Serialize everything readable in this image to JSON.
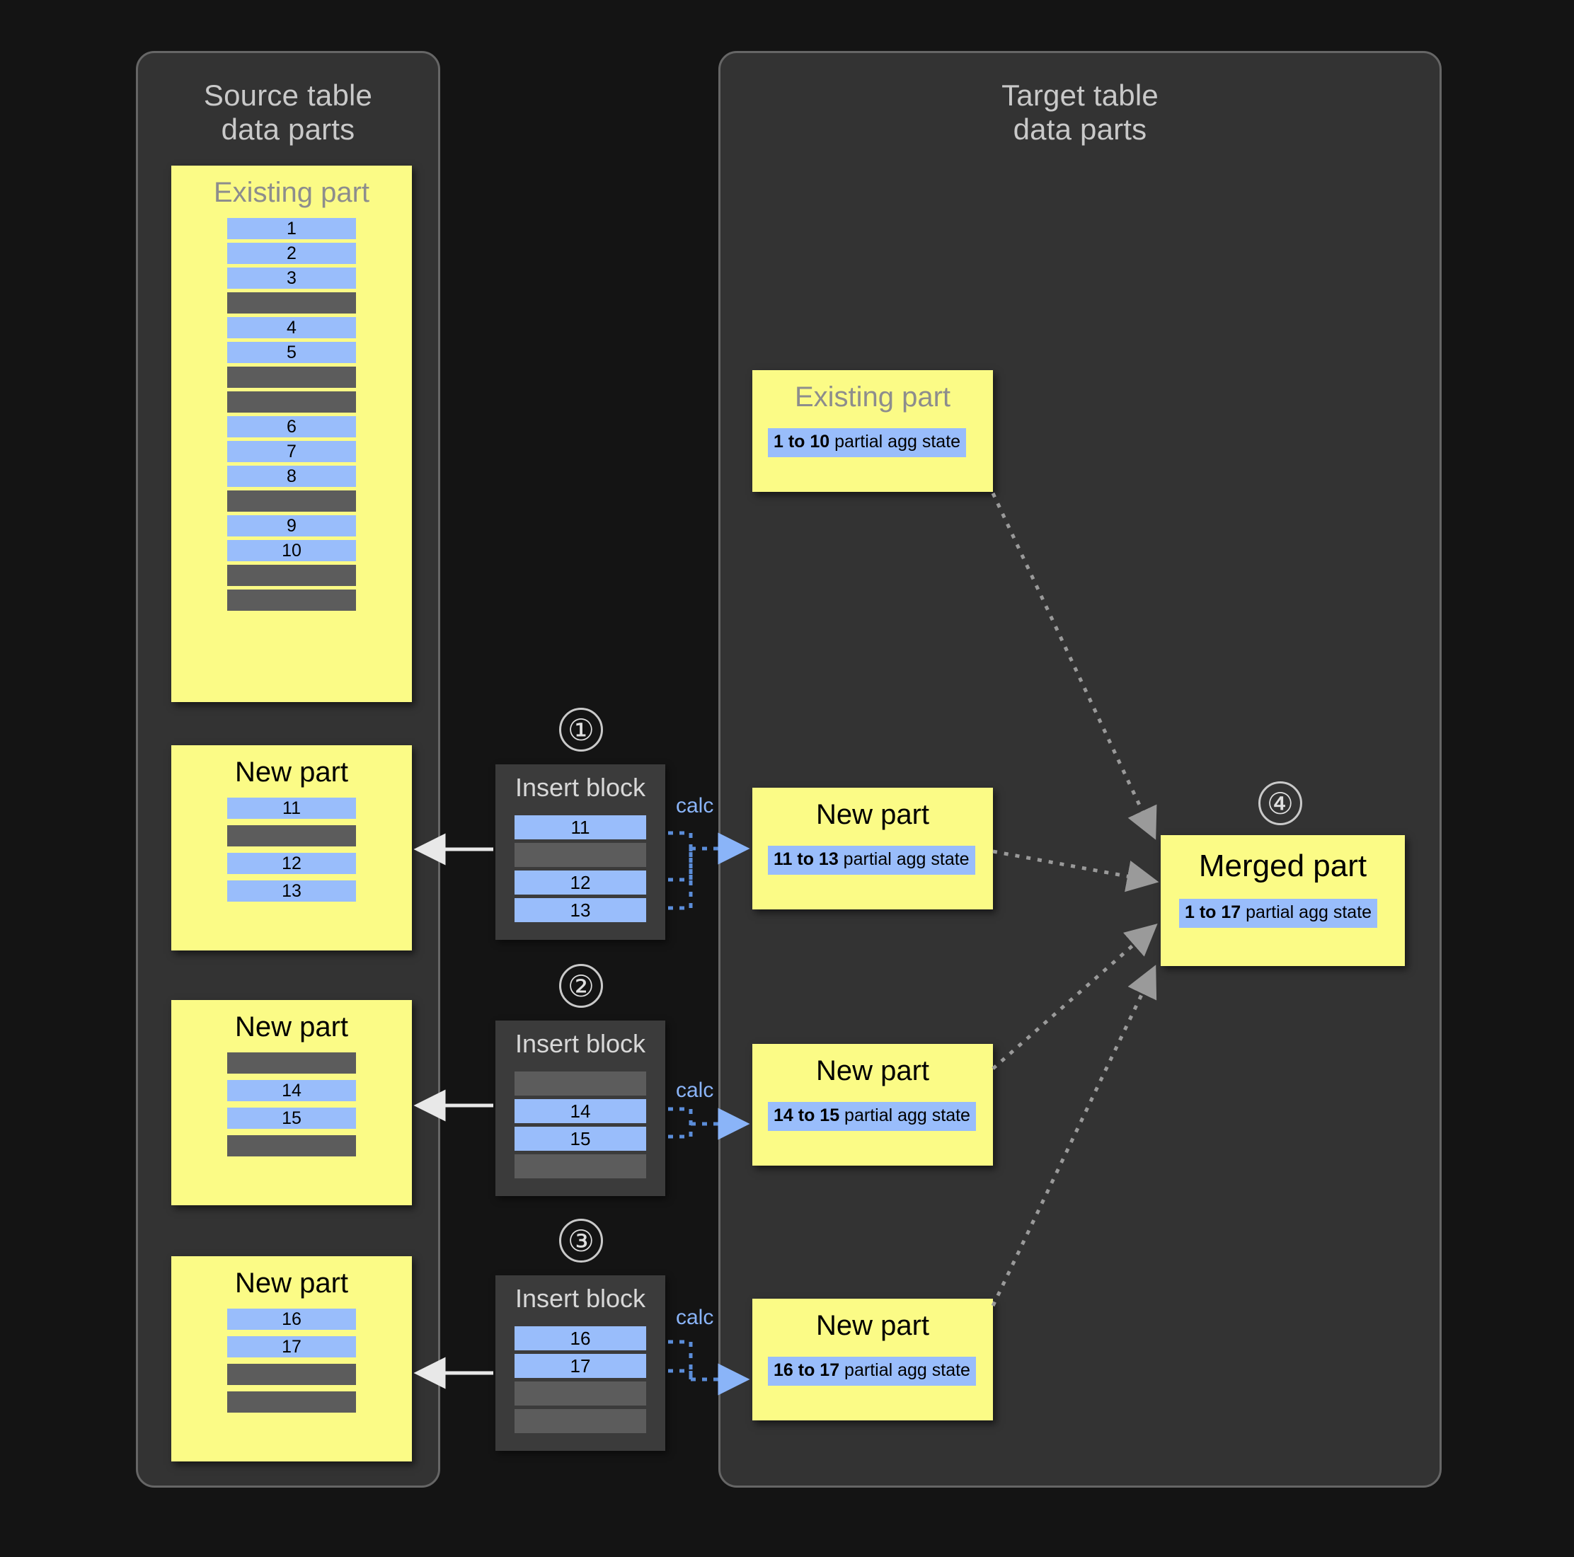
{
  "source_panel": {
    "title": "Source table\ndata parts",
    "existing_part": {
      "title": "Existing part",
      "rows": [
        {
          "kind": "blue",
          "label": "1"
        },
        {
          "kind": "blue",
          "label": "2"
        },
        {
          "kind": "blue",
          "label": "3"
        },
        {
          "kind": "gray",
          "label": ""
        },
        {
          "kind": "blue",
          "label": "4"
        },
        {
          "kind": "blue",
          "label": "5"
        },
        {
          "kind": "gray",
          "label": ""
        },
        {
          "kind": "gray",
          "label": ""
        },
        {
          "kind": "blue",
          "label": "6"
        },
        {
          "kind": "blue",
          "label": "7"
        },
        {
          "kind": "blue",
          "label": "8"
        },
        {
          "kind": "gray",
          "label": ""
        },
        {
          "kind": "blue",
          "label": "9"
        },
        {
          "kind": "blue",
          "label": "10"
        },
        {
          "kind": "gray",
          "label": ""
        },
        {
          "kind": "gray",
          "label": ""
        }
      ]
    },
    "new_parts": [
      {
        "title": "New part",
        "rows": [
          {
            "kind": "blue",
            "label": "11"
          },
          {
            "kind": "gray",
            "label": ""
          },
          {
            "kind": "blue",
            "label": "12"
          },
          {
            "kind": "blue",
            "label": "13"
          }
        ]
      },
      {
        "title": "New part",
        "rows": [
          {
            "kind": "gray",
            "label": ""
          },
          {
            "kind": "blue",
            "label": "14"
          },
          {
            "kind": "blue",
            "label": "15"
          },
          {
            "kind": "gray",
            "label": ""
          }
        ]
      },
      {
        "title": "New part",
        "rows": [
          {
            "kind": "blue",
            "label": "16"
          },
          {
            "kind": "blue",
            "label": "17"
          },
          {
            "kind": "gray",
            "label": ""
          },
          {
            "kind": "gray",
            "label": ""
          }
        ]
      }
    ]
  },
  "insert_blocks": [
    {
      "step": "①",
      "title": "Insert block",
      "calc_label": "calc",
      "rows": [
        {
          "kind": "blue",
          "label": "11"
        },
        {
          "kind": "gray",
          "label": ""
        },
        {
          "kind": "blue",
          "label": "12"
        },
        {
          "kind": "blue",
          "label": "13"
        }
      ]
    },
    {
      "step": "②",
      "title": "Insert block",
      "calc_label": "calc",
      "rows": [
        {
          "kind": "gray",
          "label": ""
        },
        {
          "kind": "blue",
          "label": "14"
        },
        {
          "kind": "blue",
          "label": "15"
        },
        {
          "kind": "gray",
          "label": ""
        }
      ]
    },
    {
      "step": "③",
      "title": "Insert block",
      "calc_label": "calc",
      "rows": [
        {
          "kind": "blue",
          "label": "16"
        },
        {
          "kind": "blue",
          "label": "17"
        },
        {
          "kind": "gray",
          "label": ""
        },
        {
          "kind": "gray",
          "label": ""
        }
      ]
    }
  ],
  "target_panel": {
    "title": "Target table\ndata parts",
    "existing_part": {
      "title": "Existing part",
      "state_range": "1 to 10",
      "state_text": " partial agg state"
    },
    "new_parts": [
      {
        "title": "New part",
        "state_range": "11 to 13",
        "state_text": " partial agg state"
      },
      {
        "title": "New part",
        "state_range": "14 to 15",
        "state_text": " partial agg state"
      },
      {
        "title": "New part",
        "state_range": "16 to 17",
        "state_text": " partial agg state"
      }
    ],
    "merged_part": {
      "step": "④",
      "title": "Merged part",
      "state_range": "1 to 17",
      "state_text": " partial agg state"
    }
  },
  "colors": {
    "background": "#141414",
    "panel_fill": "#333333",
    "panel_border": "#666666",
    "part_yellow": "#fbfb86",
    "row_blue": "#99bdfb",
    "row_gray": "#5c5c5c",
    "accent_blue": "#8ab4f8",
    "arrow_gray": "#9a9a9a",
    "text_light": "#c9c9c9"
  }
}
